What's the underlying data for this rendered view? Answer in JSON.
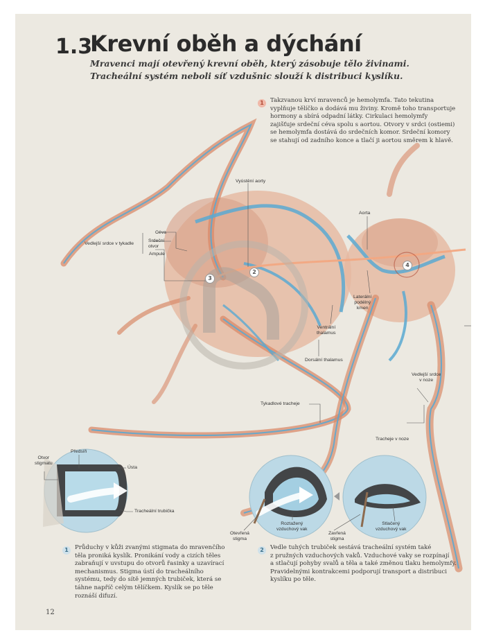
{
  "section": {
    "number": "1.3",
    "title": "Krevní oběh a dýchání"
  },
  "subtitle": [
    "Mravenci mají otevřený krevní oběh, který zásobuje tělo živinami.",
    "Tracheální systém neboli síť vzdušnic slouží k distribuci kyslíku."
  ],
  "callout1": {
    "badge": "1",
    "lines": [
      "Takzvanou krví mravenců je hemolymfa. Tato tekutina",
      "vyplňuje tělíčko a dodává mu živiny. Kromě toho transportuje",
      "hormony a sbírá odpadní látky. Cirkulaci hemolymfy",
      "zajišťuje srdeční céva spolu s aortou. Otvory v srdci (ostiemi)",
      "se hemolymfa dostává do srdečních komor. Srdeční komory",
      "se stahují od zadního konce a tlačí ji aortou směrem k hlavě."
    ]
  },
  "labels": {
    "vyusteni_aorty": "Vyústění aorty",
    "aorta": "Aorta",
    "ceva": "Céva",
    "srdecni_otvor": [
      "Srdeční",
      "otvor"
    ],
    "ampule": "Ampule",
    "vedlejsi_srdce_tykadle": "Vedlejší srdce v tykadle",
    "lateralni_kmen": [
      "Laterální",
      "podélný",
      "kmen"
    ],
    "ventralni_thalamus": [
      "Ventrální",
      "thalamus"
    ],
    "dorsalni_thalamus": "Dorsální thalamus",
    "tykadlove_tracheje": "Tykadlové tracheje",
    "vedlejsi_srdce_noze": [
      "Vedlejší srdce",
      "v noze"
    ],
    "tracheje_noze": "Tracheje v noze",
    "otvor_stigmatu": [
      "Otvor",
      "stigmatu"
    ],
    "predsin": "Předsíň",
    "usta": "Ústa",
    "trachealni_trubicka": "Tracheální trubička",
    "otevrena_stigma": [
      "Otevřená",
      "stigma"
    ],
    "rozlazeny_vak": [
      "Roztažený",
      "vzduchový vak"
    ],
    "zavrena_stigma": [
      "Zavřená",
      "stigma"
    ],
    "stlaceny_vak": [
      "Stlačený",
      "vzduchový vak"
    ]
  },
  "markers": [
    "2",
    "3",
    "4"
  ],
  "callout_bottom1": {
    "badge": "1",
    "lines": [
      "Průduchy v kůži zvanými stigmata do mravenčího",
      "těla proniká kyslík. Pronikání vody a cizích těles",
      "zabraňují v uvstupu do otvorů řasinky a uzavírací",
      "mechanismus. Stigma ústí do tracheálního",
      "systému, tedy do sítě jemných trubiček, která se",
      "táhne napříč celým tělíčkem. Kyslík se po těle",
      "roznáší difuzí."
    ]
  },
  "callout_bottom2": {
    "badge": "2",
    "lines": [
      "Vedle tuhých trubiček sestává tracheální systém také",
      "z pružných vzduchových vaků. Vzduchové vaky se rozpínají",
      "a stlačují pohyby svalů a těla a také změnou tlaku hemolymfy.",
      "Pravidelnými kontrakcemi podporují transport a distribuci",
      "kyslíku po těle."
    ]
  },
  "page_number": "12",
  "colors": {
    "hemolymph": "#d98a6a",
    "trachea": "#5aa9d1",
    "body": "#e6b8a0",
    "accent": "#b14a35"
  }
}
